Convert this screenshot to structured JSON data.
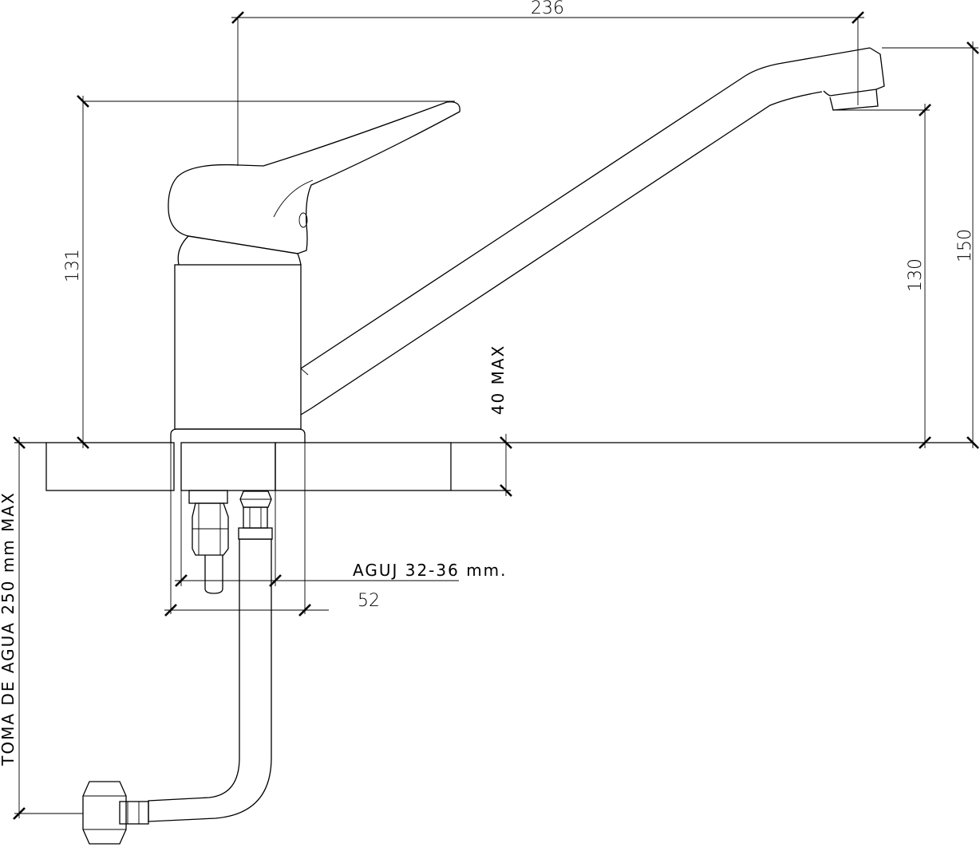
{
  "dimensions": {
    "overall_reach": "236",
    "handle_height": "131",
    "spout_height": "130",
    "total_height": "150",
    "counter_thickness": "40 MAX",
    "base_diameter": "52"
  },
  "notes": {
    "hole": "AGUJ 32-36 mm.",
    "water_inlet": "TOMA DE AGUA 250 mm MAX"
  }
}
